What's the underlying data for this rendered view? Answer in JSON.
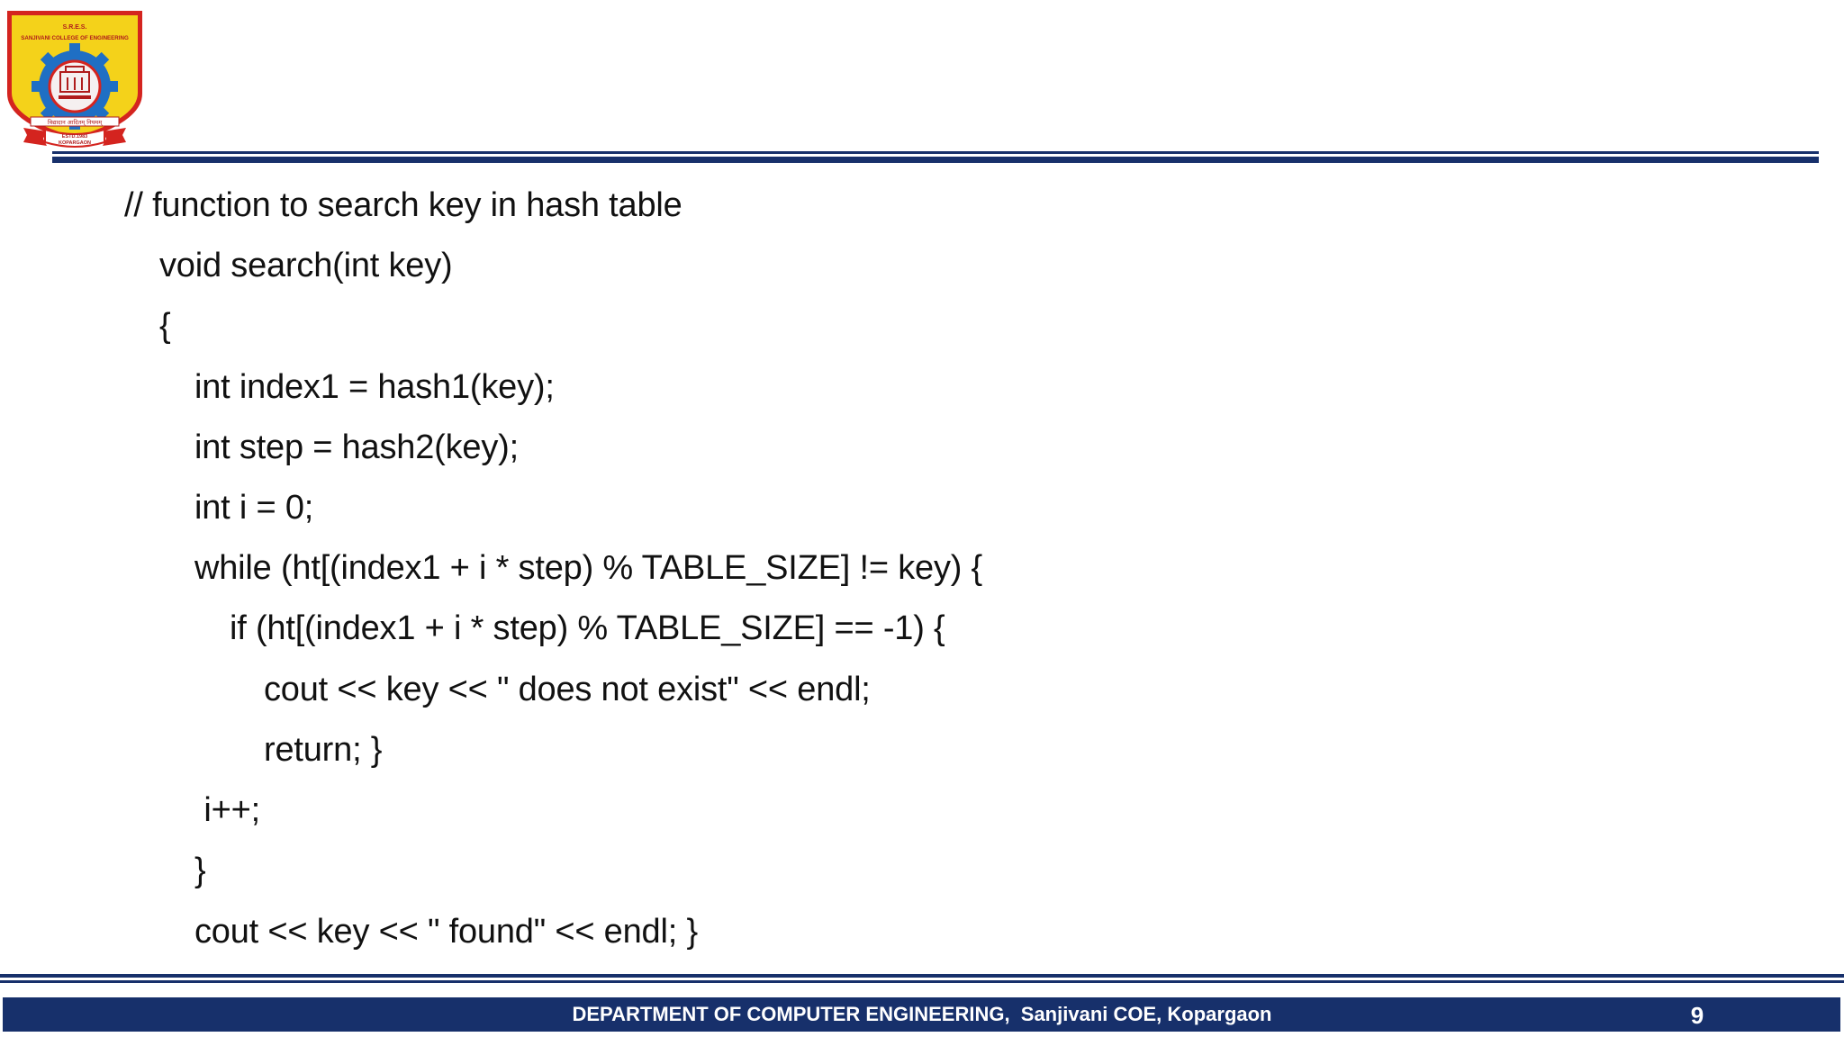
{
  "logo": {
    "top_text": "S.R.E.S.",
    "college_name": "SANJIVANI COLLEGE OF ENGINEERING",
    "motto": "विद्यादान आदितम् नियमम्",
    "ribbon_line1": "ESTD.1983",
    "ribbon_line2": "KOPARGAON",
    "colors": {
      "shield_fill": "#f4d21a",
      "shield_border": "#d4241f",
      "gear": "#1f6fc4",
      "ribbon": "#d4241f"
    }
  },
  "code": {
    "lines": [
      "// function to search key in hash table",
      "void search(int key)",
      "{",
      "int index1 = hash1(key);",
      "int step = hash2(key);",
      "int i = 0;",
      "while (ht[(index1 + i * step) % TABLE_SIZE] != key) {",
      "if (ht[(index1 + i * step) % TABLE_SIZE] == -1) {",
      "cout << key << \" does not exist\" << endl;",
      "return; }",
      " i++;",
      "}",
      "cout << key << \" found\" << endl; }"
    ]
  },
  "footer": {
    "text": "DEPARTMENT OF COMPUTER ENGINEERING,  Sanjivani COE, Kopargaon",
    "page_number": "9"
  },
  "theme": {
    "navy": "#17306b",
    "text": "#111111",
    "background": "#ffffff"
  }
}
